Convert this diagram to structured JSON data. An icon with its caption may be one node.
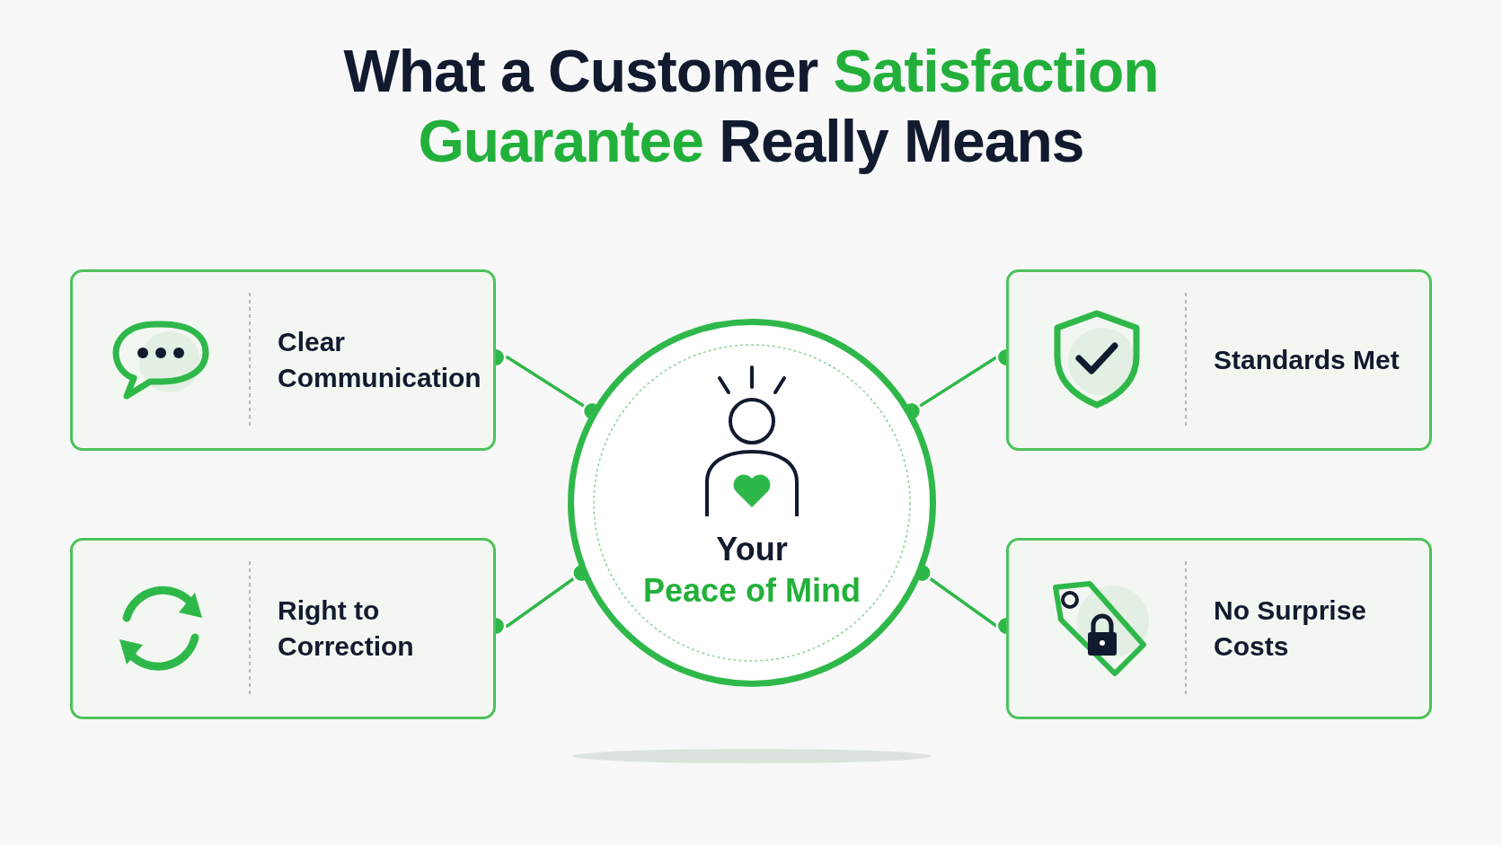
{
  "diagram": {
    "title": "What a Customer **Satisfaction Guarantee** Really Means",
    "nodes": [
      {
        "text": [
          "Clear Communication"
        ]
      },
      {
        "text": [
          "Standards Met"
        ]
      },
      {
        "text": [
          "Your",
          "Peace of Mind"
        ]
      },
      {
        "text": [
          "Right to Correction"
        ]
      },
      {
        "text": [
          "No Surprise Costs"
        ]
      }
    ],
    "edges": [
      {
        "from": 0,
        "to": 2,
        "arrow": "other"
      },
      {
        "from": 1,
        "to": 2,
        "arrow": "other"
      },
      {
        "from": 3,
        "to": 2,
        "arrow": "other"
      },
      {
        "from": 4,
        "to": 2,
        "arrow": "other"
      }
    ]
  }
}
